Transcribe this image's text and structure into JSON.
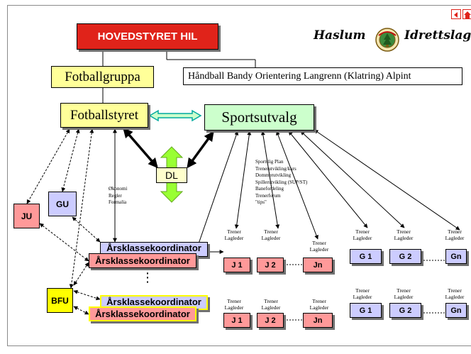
{
  "top_box": "HOVEDSTYRET HIL",
  "fotballgruppa": "Fotballgruppa",
  "other_groups": "Håndball Bandy Orientering Langrenn (Klatring) Alpint",
  "fotballstyret": "Fotballstyret",
  "sportsutvalg": "Sportsutvalg",
  "dl": "DL",
  "ju": "JU",
  "gu": "GU",
  "bfu": "BFU",
  "logo": {
    "left": "Haslum",
    "right": "Idrettslag"
  },
  "okonomi_note": "Økonomi\nRegler\nFormalia",
  "sports_note": "Sportslig Plan\nTrenerutvikling/kurs\nDommerutvikling\nSpillerutvikling (SUP/ST)\nBanefordeling\nTrenerforum\n\"tips\"",
  "koordinator": {
    "label": "Årsklassekoordinator",
    "ellipsis": "⋮"
  },
  "team_caption": {
    "trener": "Trener",
    "lagleder": "Lagleder"
  },
  "teams": {
    "row1": [
      "J 1",
      "J 2",
      "Jn",
      "G 1",
      "G 2",
      "Gn"
    ],
    "row2": [
      "J 1",
      "J 2",
      "Jn",
      "G 1",
      "G 2",
      "Gn"
    ]
  },
  "nav": {
    "back": "back-icon",
    "home": "home-icon"
  },
  "colors": {
    "red": "#e0231a",
    "yellow": "#ffff99",
    "green": "#ccffcc",
    "pink": "#ff9999",
    "lilac": "#ccccff",
    "bright_yellow": "#ffff00",
    "teal": "#00a99d"
  }
}
